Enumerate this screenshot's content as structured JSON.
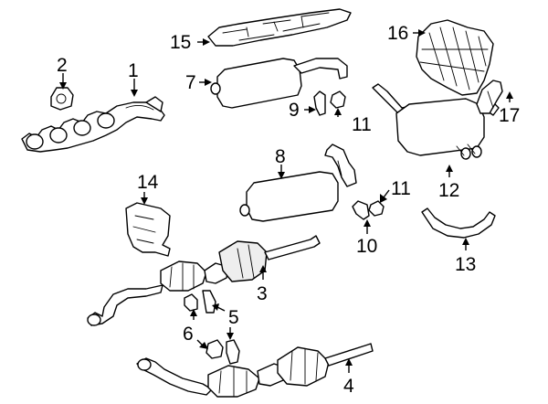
{
  "callouts": {
    "c1": "1",
    "c2": "2",
    "c3": "3",
    "c4": "4",
    "c5": "5",
    "c6": "6",
    "c7": "7",
    "c8": "8",
    "c9": "9",
    "c10": "10",
    "c11a": "11",
    "c11b": "11",
    "c12": "12",
    "c13": "13",
    "c14": "14",
    "c15": "15",
    "c16": "16",
    "c17": "17"
  },
  "colors": {
    "line": "#000000",
    "background": "#ffffff"
  }
}
